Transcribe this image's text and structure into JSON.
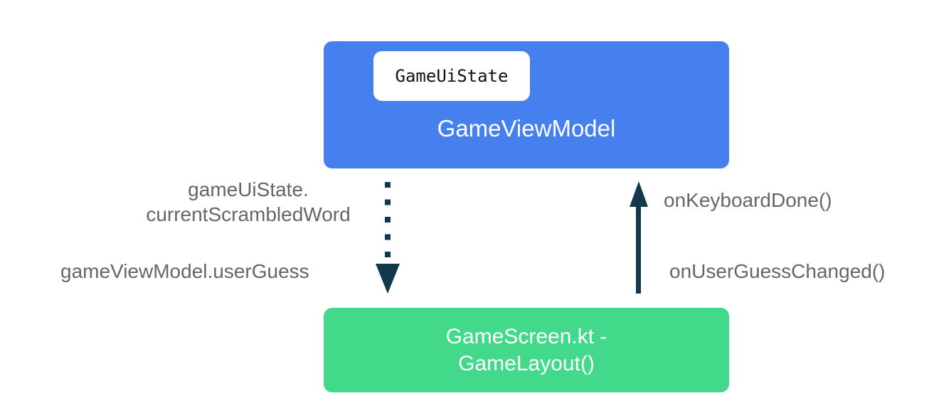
{
  "diagram": {
    "viewmodel_box": {
      "label": "GameViewModel",
      "chip_label": "GameUiState",
      "color": "#4680ee"
    },
    "screen_box": {
      "label_line1": "GameScreen.kt -",
      "label_line2": "GameLayout()",
      "color": "#42d98a"
    },
    "arrows": {
      "color": "#13384d",
      "down_dotted": "state flow from GameViewModel to GameScreen",
      "up_solid": "events from GameScreen to GameViewModel"
    },
    "labels": {
      "state_line1": "gameUiState.",
      "state_line2": "currentScrambledWord",
      "user_guess": "gameViewModel.userGuess",
      "keyboard_done": "onKeyboardDone()",
      "guess_changed": "onUserGuessChanged()"
    },
    "text_color": "#666666"
  }
}
